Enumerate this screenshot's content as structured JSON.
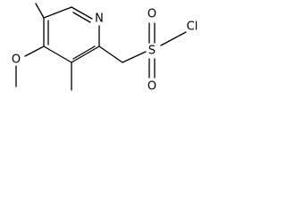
{
  "atoms": {
    "ring_nitrogen": "N",
    "ether_oxygen": "O",
    "sulfur": "S",
    "sulfonyl_oxygen_top": "O",
    "sulfonyl_oxygen_bottom": "O",
    "chlorine": "Cl"
  }
}
